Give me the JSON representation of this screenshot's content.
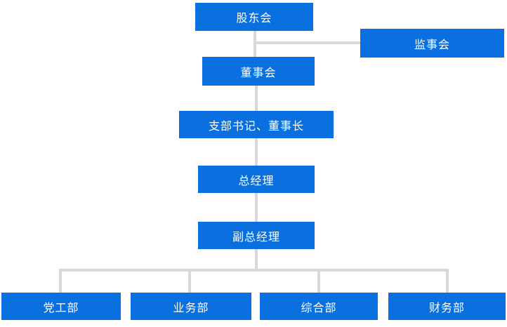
{
  "org_chart": {
    "type": "org-hierarchy-diagram",
    "nodes": [
      {
        "id": "shareholders-meeting",
        "label": "股东会"
      },
      {
        "id": "supervisory-board",
        "label": "监事会"
      },
      {
        "id": "board-of-directors",
        "label": "董事会"
      },
      {
        "id": "branch-secretary-chairman",
        "label": "支部书记、董事长"
      },
      {
        "id": "general-manager",
        "label": "总经理"
      },
      {
        "id": "deputy-general-manager",
        "label": "副总经理"
      },
      {
        "id": "dept-party-work",
        "label": "党工部"
      },
      {
        "id": "dept-business",
        "label": "业务部"
      },
      {
        "id": "dept-general-affairs",
        "label": "综合部"
      },
      {
        "id": "dept-finance",
        "label": "财务部"
      }
    ],
    "edges": [
      [
        "shareholders-meeting",
        "supervisory-board"
      ],
      [
        "shareholders-meeting",
        "board-of-directors"
      ],
      [
        "board-of-directors",
        "branch-secretary-chairman"
      ],
      [
        "branch-secretary-chairman",
        "general-manager"
      ],
      [
        "general-manager",
        "deputy-general-manager"
      ],
      [
        "deputy-general-manager",
        "dept-party-work"
      ],
      [
        "deputy-general-manager",
        "dept-business"
      ],
      [
        "deputy-general-manager",
        "dept-general-affairs"
      ],
      [
        "deputy-general-manager",
        "dept-finance"
      ]
    ],
    "colors": {
      "box_fill": "#0a70e0",
      "box_shadow": "#000000",
      "connector": "#d8d8d8",
      "text": "#ffffff",
      "bg": "#ffffff"
    }
  }
}
